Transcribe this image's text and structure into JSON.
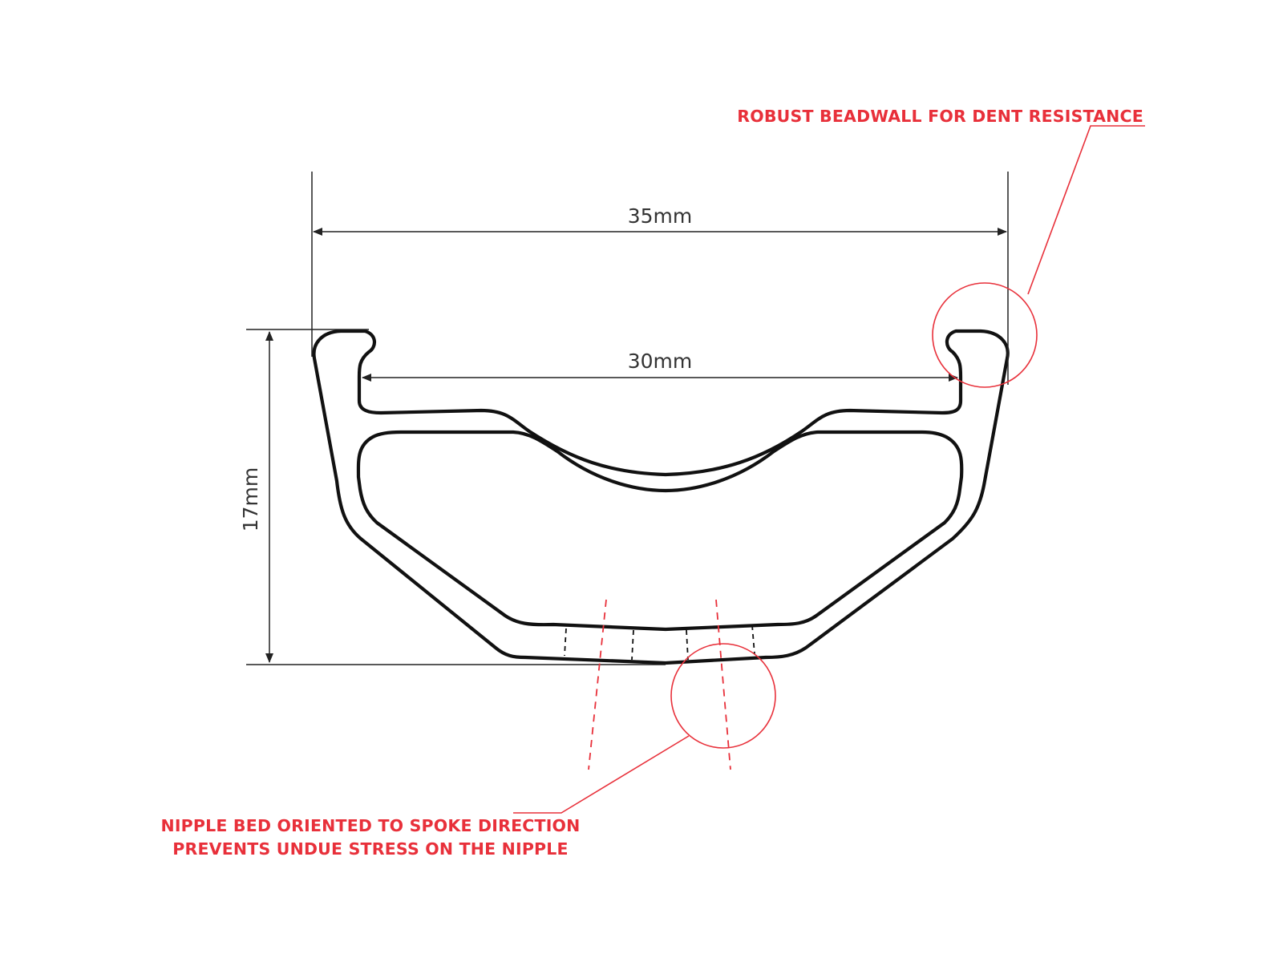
{
  "dimensions": {
    "outer_width": "35mm",
    "inner_width": "30mm",
    "height": "17mm"
  },
  "callouts": {
    "beadwall": "ROBUST BEADWALL FOR DENT RESISTANCE",
    "nipple_line1": "NIPPLE BED ORIENTED TO SPOKE DIRECTION",
    "nipple_line2": "PREVENTS UNDUE STRESS ON THE NIPPLE"
  },
  "colors": {
    "callout": "#e8303a",
    "outline": "#111111"
  }
}
